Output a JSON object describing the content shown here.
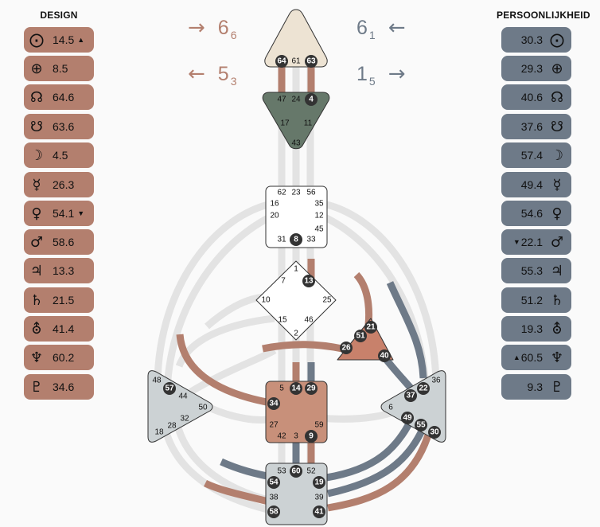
{
  "headers": {
    "design": "DESIGN",
    "personality": "PERSOONLIJKHEID"
  },
  "design": [
    {
      "symbol": "⨀",
      "value": "14.5",
      "marker": "▲"
    },
    {
      "symbol": "⊕",
      "value": "8.5",
      "marker": ""
    },
    {
      "symbol": "☊",
      "value": "64.6",
      "marker": ""
    },
    {
      "symbol": "☋",
      "value": "63.6",
      "marker": ""
    },
    {
      "symbol": "☽",
      "value": "4.5",
      "marker": ""
    },
    {
      "symbol": "☿",
      "value": "26.3",
      "marker": ""
    },
    {
      "symbol": "♀",
      "value": "54.1",
      "marker": "▼"
    },
    {
      "symbol": "♂",
      "value": "58.6",
      "marker": ""
    },
    {
      "symbol": "♃",
      "value": "13.3",
      "marker": ""
    },
    {
      "symbol": "♄",
      "value": "21.5",
      "marker": ""
    },
    {
      "symbol": "⛢",
      "value": "41.4",
      "marker": ""
    },
    {
      "symbol": "♆",
      "value": "60.2",
      "marker": ""
    },
    {
      "symbol": "♇",
      "value": "34.6",
      "marker": ""
    }
  ],
  "personality": [
    {
      "symbol": "⨀",
      "value": "30.3",
      "marker": ""
    },
    {
      "symbol": "⊕",
      "value": "29.3",
      "marker": ""
    },
    {
      "symbol": "☊",
      "value": "40.6",
      "marker": ""
    },
    {
      "symbol": "☋",
      "value": "37.6",
      "marker": ""
    },
    {
      "symbol": "☽",
      "value": "57.4",
      "marker": ""
    },
    {
      "symbol": "☿",
      "value": "49.4",
      "marker": ""
    },
    {
      "symbol": "♀",
      "value": "54.6",
      "marker": ""
    },
    {
      "symbol": "♂",
      "value": "22.1",
      "marker": "▼"
    },
    {
      "symbol": "♃",
      "value": "55.3",
      "marker": ""
    },
    {
      "symbol": "♄",
      "value": "51.2",
      "marker": ""
    },
    {
      "symbol": "⛢",
      "value": "19.3",
      "marker": ""
    },
    {
      "symbol": "♆",
      "value": "60.5",
      "marker": "▲"
    },
    {
      "symbol": "♇",
      "value": "9.3",
      "marker": ""
    }
  ],
  "variables": {
    "top_left": {
      "arrow": "→",
      "num": "6",
      "sub": "6"
    },
    "bottom_left": {
      "arrow": "←",
      "num": "5",
      "sub": "3"
    },
    "top_right": {
      "arrow": "←",
      "num": "6",
      "sub": "1"
    },
    "bottom_right": {
      "arrow": "→",
      "num": "1",
      "sub": "5"
    }
  },
  "colors": {
    "design": "#b37f6e",
    "personality": "#6e7a88",
    "inactive_channel": "#e3e3e3",
    "head_fill": "#ede3d3",
    "ajna_fill": "#66786a",
    "throat_fill": "#ffffff",
    "g_fill": "#ffffff",
    "heart_fill": "#c8816b",
    "sacral_fill": "#c8907a",
    "spleen_fill": "#ccd2d4",
    "solar_fill": "#ccd2d4",
    "root_fill": "#ccd2d4"
  },
  "gates": {
    "head": {
      "64": "64",
      "61": "61",
      "63": "63"
    },
    "ajna": {
      "47": "47",
      "24": "24",
      "4": "4",
      "17": "17",
      "11": "11",
      "43": "43"
    },
    "throat": {
      "62": "62",
      "23": "23",
      "56": "56",
      "16": "16",
      "35": "35",
      "20": "20",
      "12": "12",
      "45": "45",
      "31": "31",
      "8": "8",
      "33": "33"
    },
    "g": {
      "1": "1",
      "13": "13",
      "7": "7",
      "10": "10",
      "25": "25",
      "15": "15",
      "46": "46",
      "2": "2"
    },
    "heart": {
      "21": "21",
      "51": "51",
      "26": "26",
      "40": "40"
    },
    "sacral": {
      "5": "5",
      "14": "14",
      "29": "29",
      "34": "34",
      "27": "27",
      "59": "59",
      "42": "42",
      "3": "3",
      "9": "9"
    },
    "spleen": {
      "48": "48",
      "57": "57",
      "44": "44",
      "50": "50",
      "32": "32",
      "28": "28",
      "18": "18"
    },
    "solar": {
      "36": "36",
      "22": "22",
      "37": "37",
      "6": "6",
      "49": "49",
      "55": "55",
      "30": "30"
    },
    "root": {
      "53": "53",
      "60": "60",
      "52": "52",
      "54": "54",
      "19": "19",
      "38": "38",
      "39": "39",
      "58": "58",
      "41": "41"
    }
  }
}
